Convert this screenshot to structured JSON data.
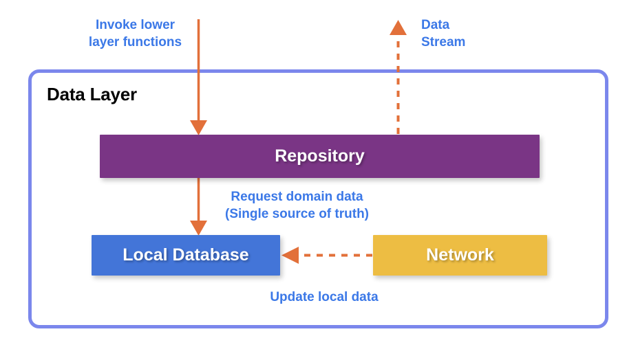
{
  "diagram": {
    "title": "Data Layer architecture diagram",
    "container": {
      "label": "Data Layer",
      "border_color": "#7b87ec"
    },
    "nodes": [
      {
        "id": "repository",
        "label": "Repository",
        "color": "#7a3585",
        "text_color": "#ffffff"
      },
      {
        "id": "local-database",
        "label": "Local Database",
        "color": "#4375d8",
        "text_color": "#ffffff"
      },
      {
        "id": "network",
        "label": "Network",
        "color": "#edbd43",
        "text_color": "#ffffff"
      }
    ],
    "annotations": [
      {
        "id": "invoke-lower-layer-functions",
        "text": "Invoke lower\nlayer functions",
        "color": "#3b78e7"
      },
      {
        "id": "data-stream",
        "text": "Data\nStream",
        "color": "#3b78e7"
      },
      {
        "id": "request-domain-data",
        "text": "Request domain data\n(Single source of truth)",
        "color": "#3b78e7"
      },
      {
        "id": "update-local-data",
        "text": "Update local data",
        "color": "#3b78e7"
      }
    ],
    "arrows": [
      {
        "id": "invoke-arrow",
        "from": "external-top",
        "to": "repository",
        "style": "solid",
        "direction": "down",
        "color": "#e2703a"
      },
      {
        "id": "data-stream-arrow",
        "from": "repository",
        "to": "external-top",
        "style": "dashed",
        "direction": "up",
        "color": "#e2703a"
      },
      {
        "id": "request-domain-data-arrow",
        "from": "repository",
        "to": "local-database",
        "style": "solid",
        "direction": "down",
        "color": "#e2703a"
      },
      {
        "id": "update-local-data-arrow",
        "from": "network",
        "to": "local-database",
        "style": "dashed",
        "direction": "left",
        "color": "#e2703a"
      }
    ]
  }
}
